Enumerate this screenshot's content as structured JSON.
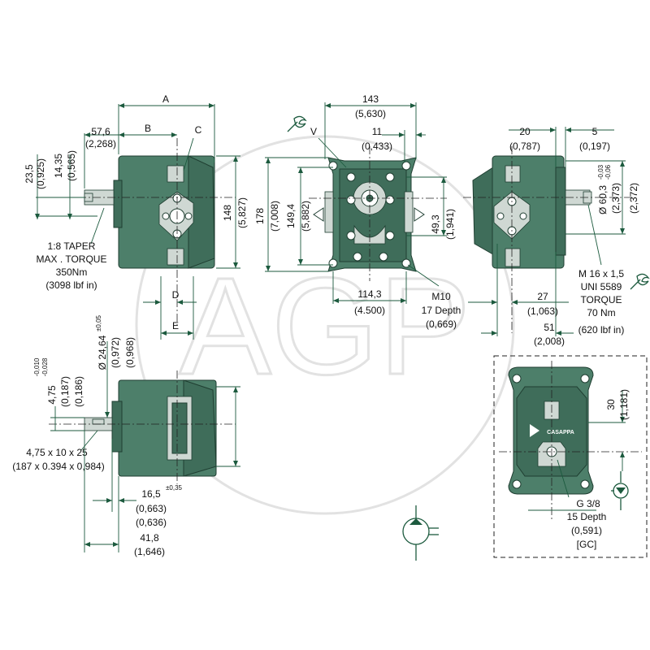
{
  "watermark": "AGP",
  "side_view": {
    "dim_a": "A",
    "dim_b": "B",
    "dim_c": "C",
    "dim_d": "D",
    "dim_e": "E",
    "len_576": "57,6",
    "len_576_in": "(2,268)",
    "h_235": "23,5",
    "h_235_in": "(0,925)",
    "h_1435": "14,35",
    "h_1435_in": "(0,565)",
    "height_148": "148",
    "height_148_in": "(5,827)",
    "taper_line1": "1:8 TAPER",
    "taper_line2": "MAX . TORQUE",
    "taper_line3": "350Nm",
    "taper_line4": "(3098 lbf in)"
  },
  "front_view": {
    "width_143": "143",
    "width_143_in": "(5,630)",
    "label_v": "V",
    "off_11": "11",
    "off_11_in": "(0,433)",
    "h_178": "178",
    "h_178_in": "(7,008)",
    "h_1494": "149,4",
    "h_1494_in": "(5,882)",
    "h_493": "49,3",
    "h_493_in": "(1,941)",
    "w_1143": "114,3",
    "w_1143_in": "(4.500)",
    "thread_m10": "M10",
    "thread_depth": "17 Depth",
    "thread_depth_in": "(0,669)"
  },
  "rear_view": {
    "len_20": "20",
    "len_20_in": "(0,787)",
    "len_5": "5",
    "len_5_in": "(0,197)",
    "tol_upper": "-0,03",
    "tol_lower": "-0,06",
    "dia_603": "Ø 60,3",
    "dia_603_in_a": "(2,373)",
    "dia_603_in_b": "(2,372)",
    "len_27": "27",
    "len_27_in": "(1,063)",
    "len_51": "51",
    "len_51_in": "(2,008)",
    "nut_line1": "M 16 x 1,5",
    "nut_line2": "UNI 5589",
    "nut_line3": "TORQUE",
    "nut_line4": "70 Nm",
    "nut_line5": "(620 lbf in)"
  },
  "keyed_view": {
    "tol_upper": "-0,010",
    "tol_lower": "-0,028",
    "key_h": "4,75",
    "key_h_in_a": "(0,187)",
    "key_h_in_b": "(0,186)",
    "tol_shaft": "±0,05",
    "shaft_dia": "Ø 24,64",
    "shaft_dia_in_a": "(0,972)",
    "shaft_dia_in_b": "(0,968)",
    "key_line1": "4,75 x 10 x 25",
    "key_line2": "(187 x 0.394 x 0,984)",
    "tol_165": "±0,35",
    "len_165": "16,5",
    "len_165_in_a": "(0,663)",
    "len_165_in_b": "(0,636)",
    "len_418": "41,8",
    "len_418_in": "(1,646)"
  },
  "port_detail": {
    "brand": "CASAPPA",
    "dim_30": "30",
    "dim_30_in": "(1,181)",
    "thread_g38": "G 3/8",
    "thread_depth": "15 Depth",
    "thread_depth_in": "(0,591)",
    "code": "[GC]"
  },
  "colors": {
    "body": "#4d7f6a",
    "body_dark": "#3f6d5a",
    "dimension_line": "#1c5a3e",
    "watermark": "#e2e2e2"
  }
}
